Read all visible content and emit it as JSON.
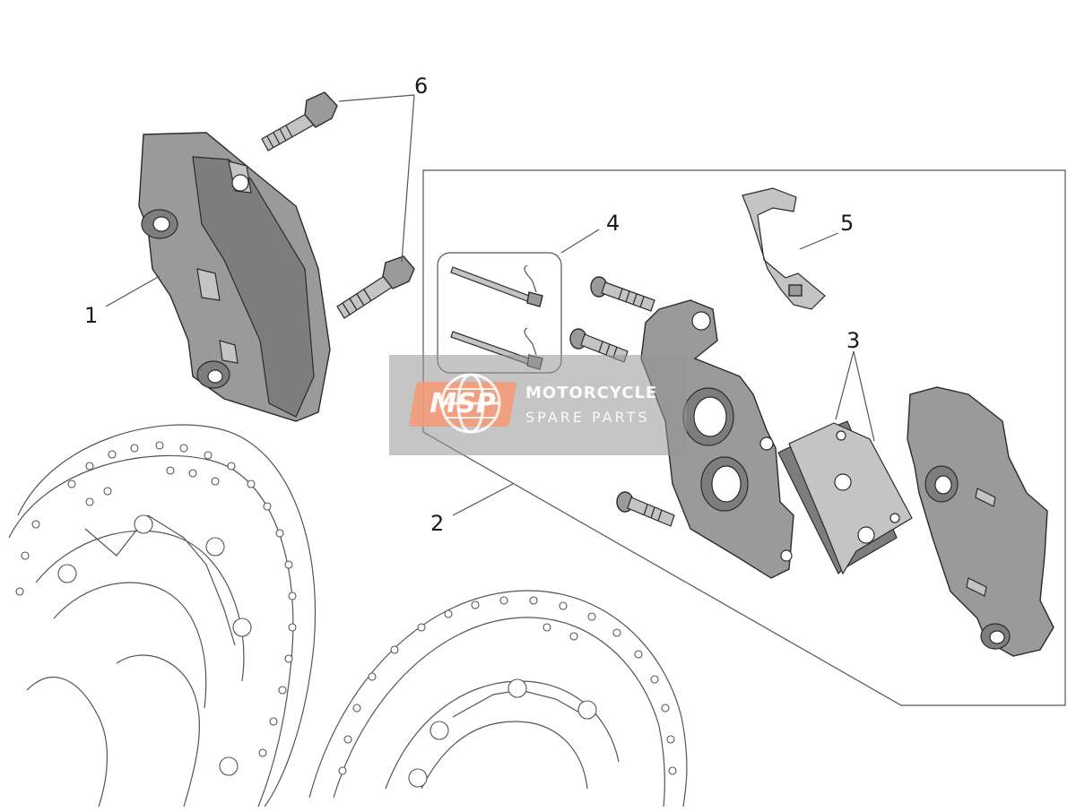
{
  "callouts": {
    "c1": "1",
    "c2": "2",
    "c3": "3",
    "c4": "4",
    "c5": "5",
    "c6": "6"
  },
  "watermark": {
    "logo_text": "MSP",
    "line1": "MOTORCYCLE",
    "line2": "SPARE PARTS",
    "logo_color": "#f39b78"
  },
  "colors": {
    "part_fill": "#9a9a9a",
    "outline": "#2b2b2b",
    "background": "#ffffff"
  }
}
